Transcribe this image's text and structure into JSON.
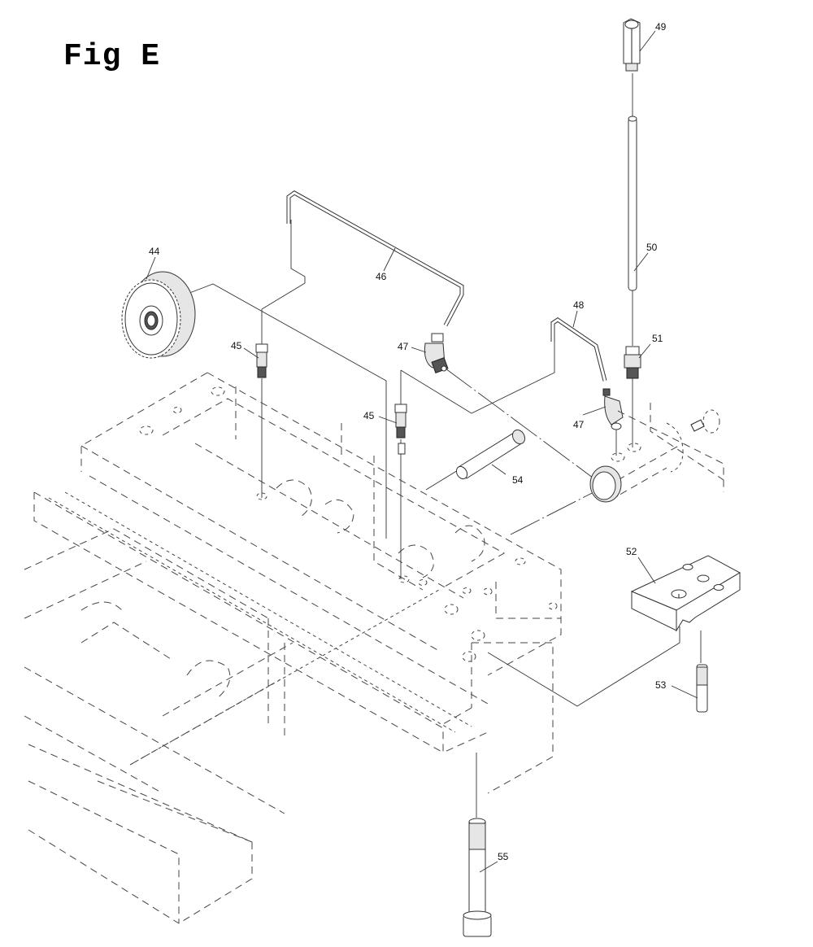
{
  "figure": {
    "title": "Fig E"
  },
  "callouts": [
    {
      "id": "44",
      "label": "44",
      "part": "gear"
    },
    {
      "id": "45a",
      "label": "45",
      "part": "fitting"
    },
    {
      "id": "45b",
      "label": "45",
      "part": "fitting"
    },
    {
      "id": "46",
      "label": "46",
      "part": "oil-pipe"
    },
    {
      "id": "47a",
      "label": "47",
      "part": "elbow-fitting"
    },
    {
      "id": "47b",
      "label": "47",
      "part": "elbow-fitting"
    },
    {
      "id": "48",
      "label": "48",
      "part": "oil-pipe"
    },
    {
      "id": "49",
      "label": "49",
      "part": "hex-coupling"
    },
    {
      "id": "50",
      "label": "50",
      "part": "tube"
    },
    {
      "id": "51",
      "label": "51",
      "part": "fitting"
    },
    {
      "id": "52",
      "label": "52",
      "part": "block"
    },
    {
      "id": "53",
      "label": "53",
      "part": "stud"
    },
    {
      "id": "54",
      "label": "54",
      "part": "pin"
    },
    {
      "id": "55",
      "label": "55",
      "part": "cap-screw"
    }
  ],
  "colors": {
    "line": "#222222",
    "background": "#ffffff",
    "shade": "#e6e6e6"
  }
}
